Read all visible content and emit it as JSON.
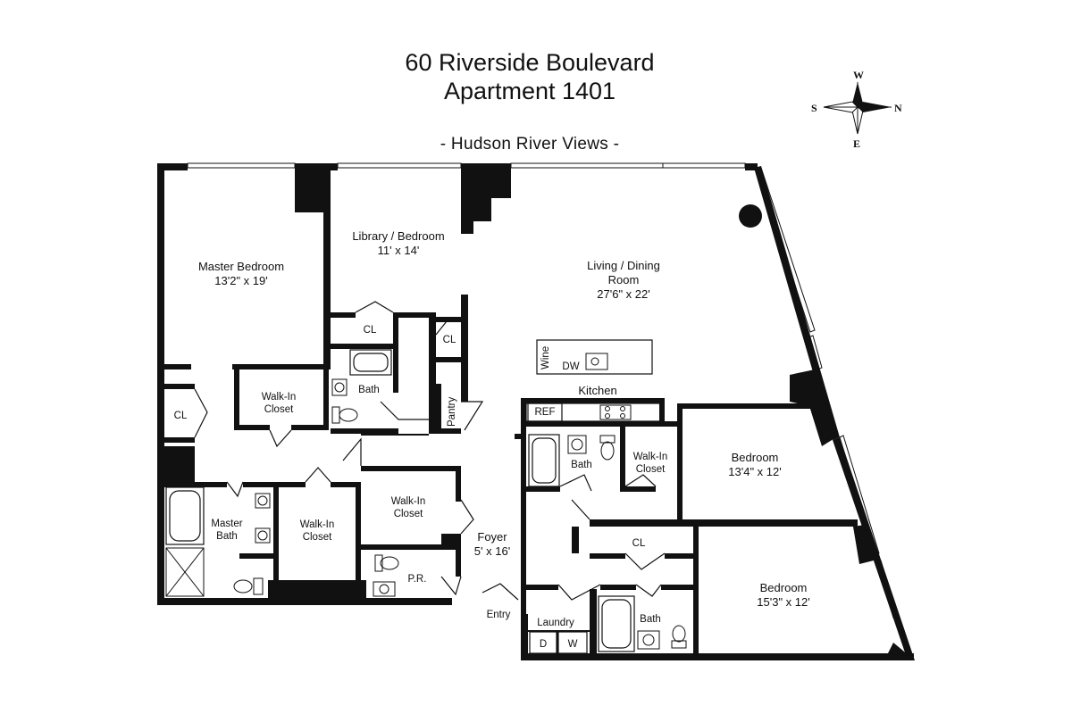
{
  "header": {
    "title_line1": "60 Riverside Boulevard",
    "title_line2": "Apartment 1401",
    "subtitle": "- Hudson River Views -"
  },
  "compass": {
    "west": "W",
    "south": "S",
    "north": "N",
    "east": "E"
  },
  "rooms": {
    "master_bedroom": {
      "name": "Master Bedroom",
      "size": "13'2\" x 19'"
    },
    "library": {
      "name": "Library / Bedroom",
      "size": "11' x 14'"
    },
    "living": {
      "name1": "Living / Dining",
      "name2": "Room",
      "size": "27'6\" x 22'"
    },
    "kitchen": "Kitchen",
    "bedroom_2": {
      "name": "Bedroom",
      "size": "13'4\" x 12'"
    },
    "bedroom_3": {
      "name": "Bedroom",
      "size": "15'3\" x 12'"
    },
    "foyer": {
      "name": "Foyer",
      "size": "5' x 16'"
    },
    "master_bath": {
      "line1": "Master",
      "line2": "Bath"
    },
    "walkin_closet": {
      "line1": "Walk-In",
      "line2": "Closet"
    },
    "closet": "CL",
    "bath": "Bath",
    "pantry": "Pantry",
    "powder_room": "P.R.",
    "laundry": "Laundry",
    "entry": "Entry"
  },
  "fixtures": {
    "refrigerator": "REF",
    "dishwasher": "DW",
    "wine": "Wine",
    "dryer": "D",
    "washer": "W"
  }
}
